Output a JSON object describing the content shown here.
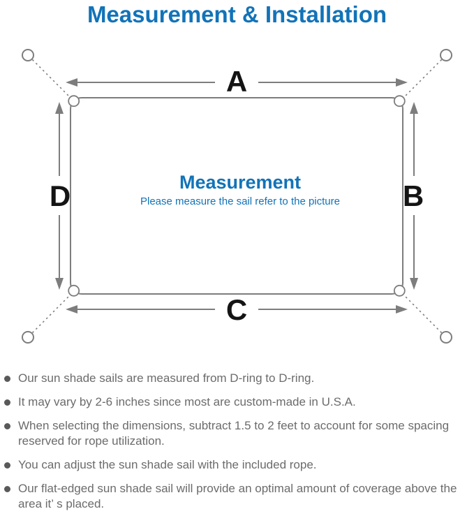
{
  "title": "Measurement & Installation",
  "colors": {
    "accent_blue": "#1273b8",
    "line_gray": "#7d7d7d",
    "note_text_gray": "#6b6b6b",
    "label_black": "#141414"
  },
  "diagram": {
    "labels": {
      "a": "A",
      "b": "B",
      "c": "C",
      "d": "D"
    },
    "center_title": "Measurement",
    "center_subtitle": "Please measure the sail refer to the picture"
  },
  "notes": [
    "Our sun shade sails are measured from D-ring to D-ring.",
    "It may vary by 2-6 inches since most are custom-made in U.S.A.",
    "When selecting the dimensions, subtract 1.5 to 2 feet to account for some spacing reserved for rope utilization.",
    "You can adjust the sun shade sail with the included rope.",
    "Our flat-edged sun shade sail will provide an optimal amount of coverage above the area it’ s placed."
  ]
}
